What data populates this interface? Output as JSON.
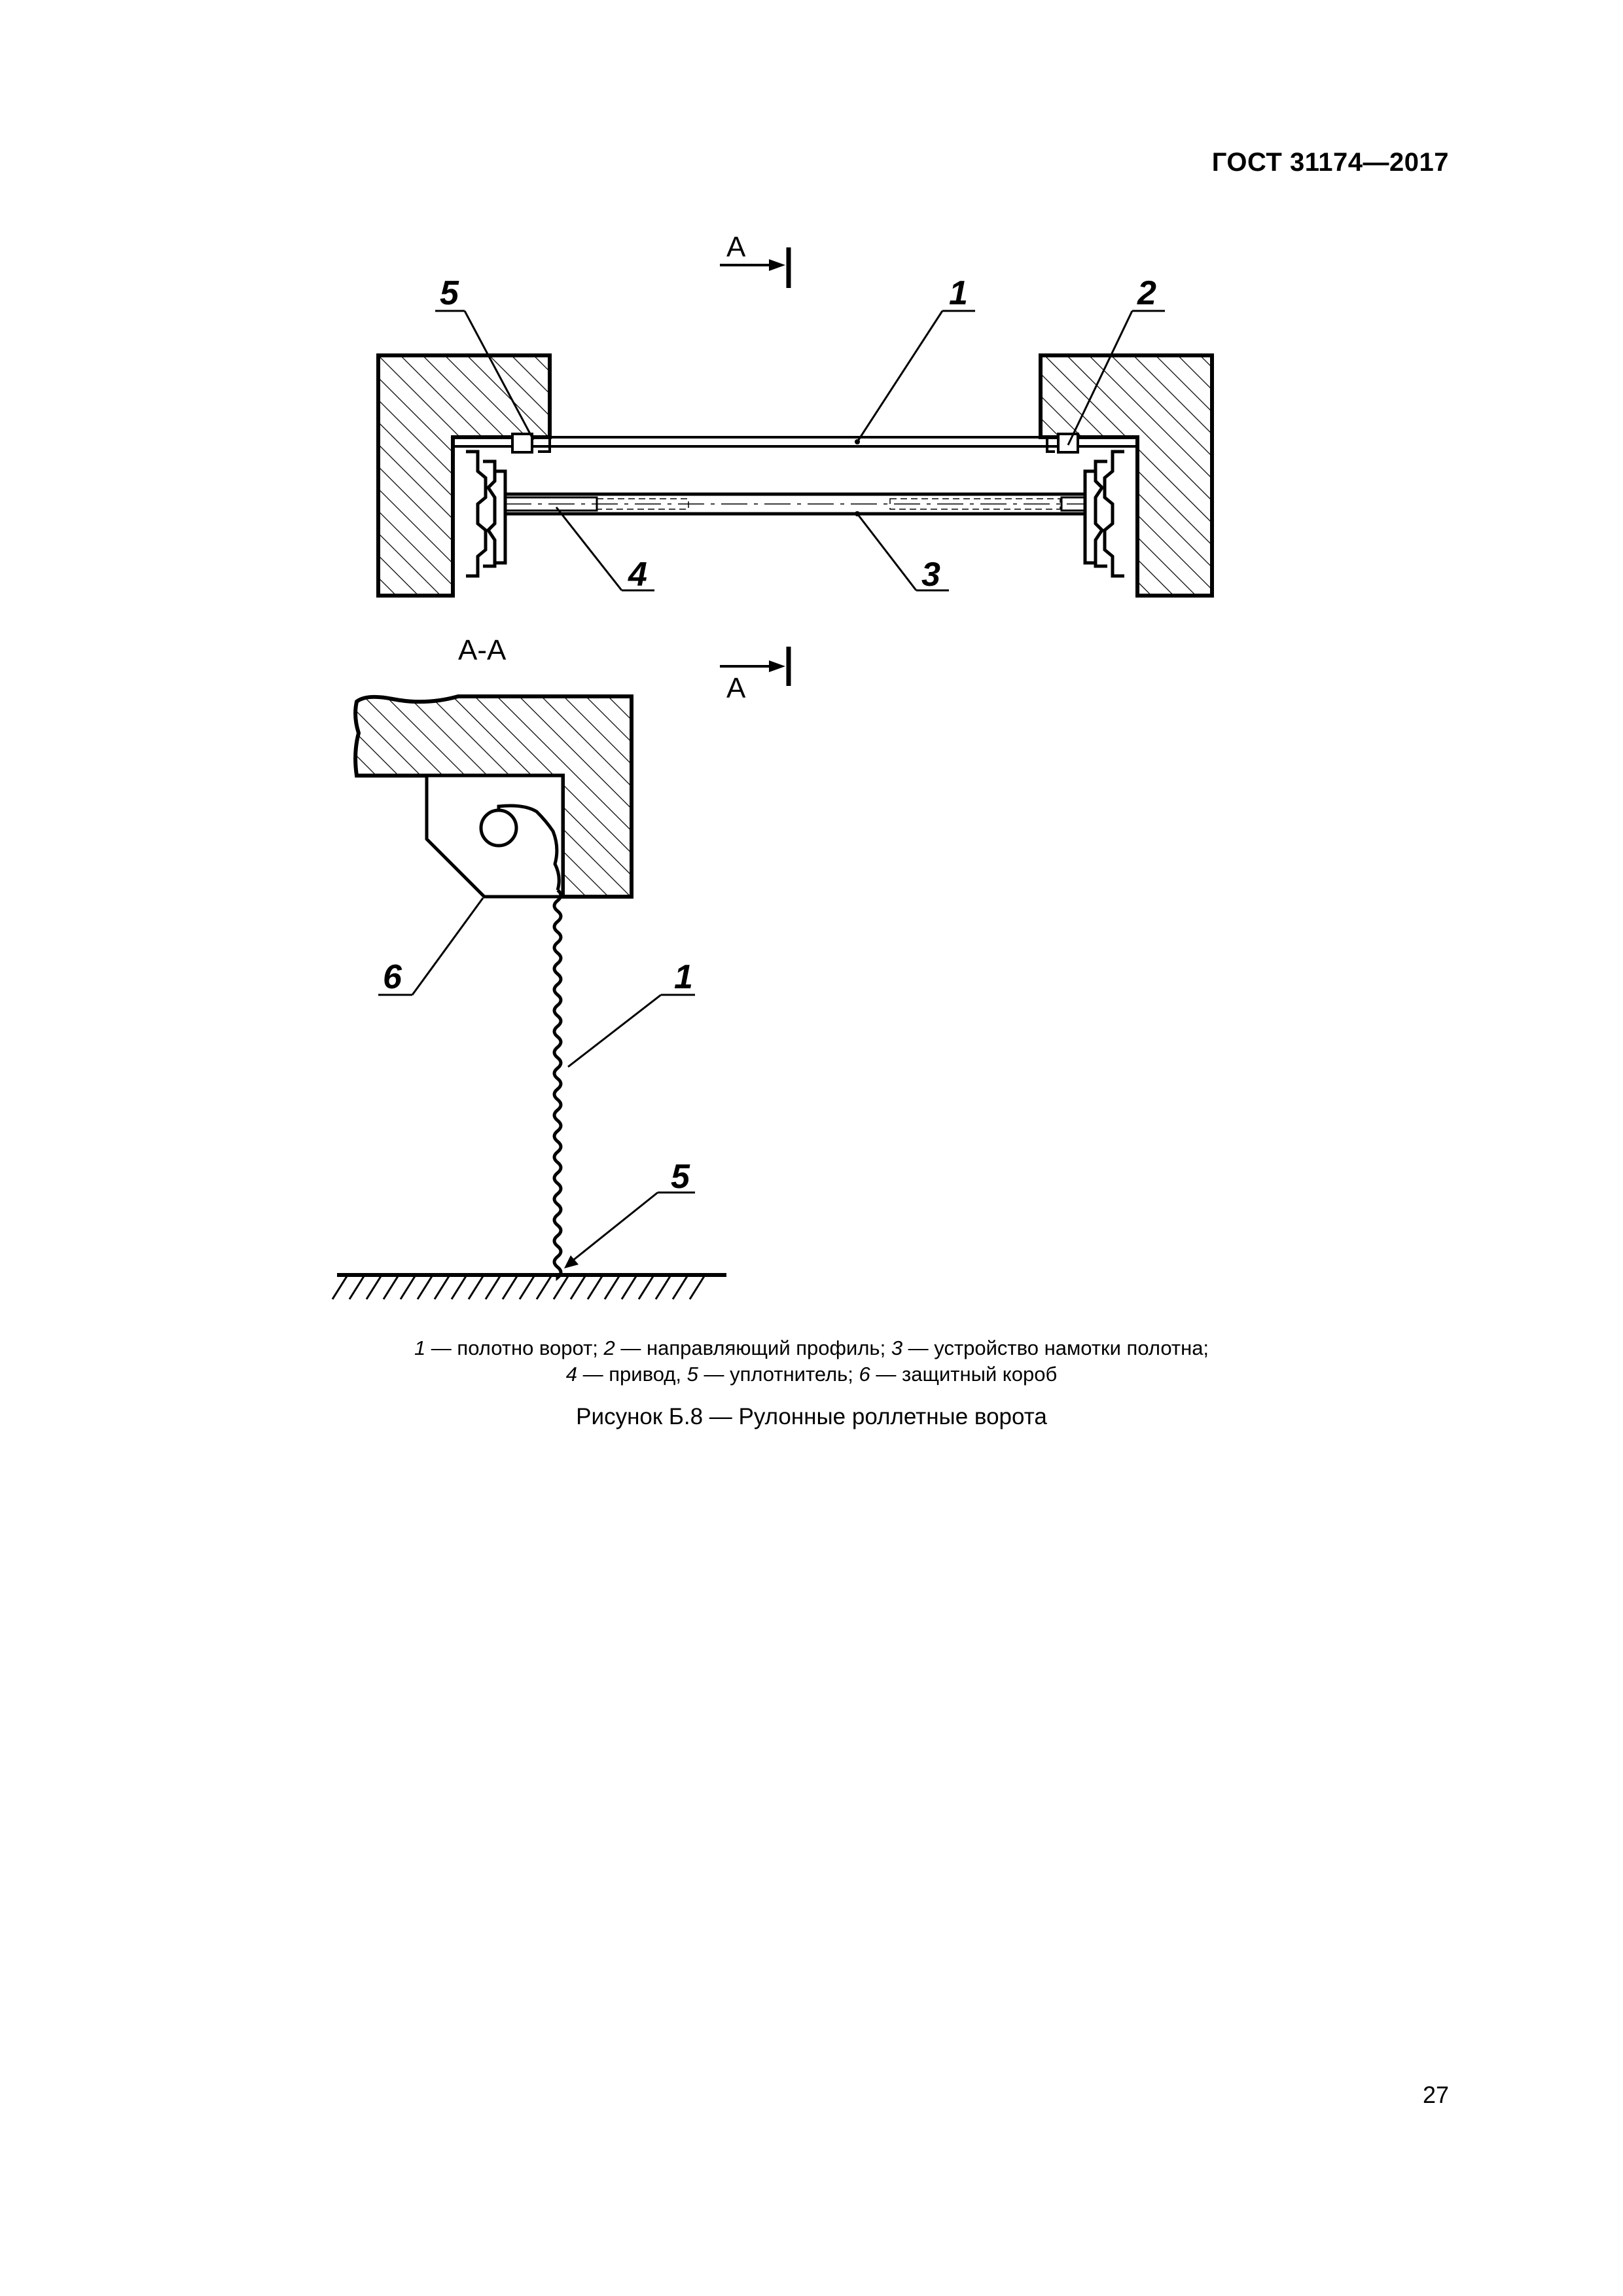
{
  "header": {
    "doc_code": "ГОСТ 31174—2017"
  },
  "figure": {
    "section_marker": "А",
    "section_title": "А-А",
    "callouts": {
      "top_1": "1",
      "top_2": "2",
      "top_3": "3",
      "top_4": "4",
      "top_5": "5",
      "bottom_1": "1",
      "bottom_5": "5",
      "bottom_6": "6"
    }
  },
  "legend": {
    "line1": [
      {
        "num": "1",
        "text": " — полотно ворот; "
      },
      {
        "num": "2",
        "text": " — направляющий профиль; "
      },
      {
        "num": "3",
        "text": " — устройство намотки полотна;"
      }
    ],
    "line2": [
      {
        "num": "4",
        "text": " — привод, "
      },
      {
        "num": "5",
        "text": " — уплотнитель; "
      },
      {
        "num": "6",
        "text": " — защитный короб"
      }
    ]
  },
  "caption": "Рисунок Б.8 — Рулонные роллетные ворота",
  "page_number": "27"
}
